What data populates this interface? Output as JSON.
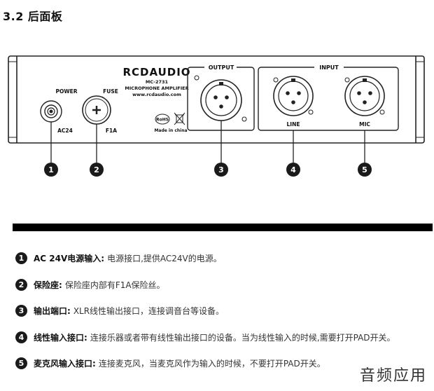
{
  "section": {
    "title": "3.2 后面板"
  },
  "panel": {
    "brand": "RCDAUDIO",
    "model": "MC-2731",
    "product": "MICROPHONE AMPLIFIER",
    "website": "www.rcdaudio.com",
    "power_label": "POWER",
    "power_value": "AC24",
    "fuse_label": "FUSE",
    "fuse_value": "F1A",
    "output_label": "OUTPUT",
    "input_label": "INPUT",
    "line_label": "LINE",
    "mic_label": "MIC",
    "rohs": "RoHS",
    "made_in": "Made in china",
    "callouts": [
      "1",
      "2",
      "3",
      "4",
      "5"
    ]
  },
  "notes": [
    {
      "num": "1",
      "label": "AC 24V电源输入:",
      "desc": "电源接口,提供AC24V的电源。"
    },
    {
      "num": "2",
      "label": "保险座:",
      "desc": "保险座内部有F1A保险丝。"
    },
    {
      "num": "3",
      "label": "输出端口:",
      "desc": "XLR线性输出接口，连接调音台等设备。"
    },
    {
      "num": "4",
      "label": "线性输入接口:",
      "desc": "连接乐器或者带有线性输出接口的设备。当为线性输入的时候,需要打开PAD开关。"
    },
    {
      "num": "5",
      "label": "麦克风输入接口:",
      "desc": "连接麦克风，当麦克风作为输入的时候，不要打开PAD开关。"
    }
  ],
  "watermark": "音频应用"
}
